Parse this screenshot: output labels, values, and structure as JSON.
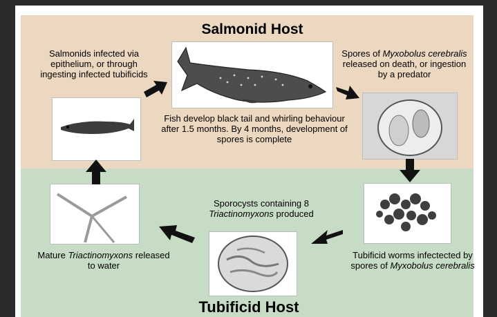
{
  "salmonid_host": {
    "title": "Salmonid Host",
    "infection_text": "Salmonids infected via epithelium, or through ingesting infected tubificids",
    "spores_line1": "Spores of",
    "spores_species": "Myxobolus cerebralis",
    "spores_line2": "released on death, or ingestion by a predator",
    "development_text": "Fish develop black tail and whirling behaviour after 1.5 months. By 4 months, development of spores is complete"
  },
  "tubificid_host": {
    "title": "Tubificid Host",
    "sporocysts_line1": "Sporocysts containing 8",
    "sporocysts_species": "Triactinomyxons",
    "sporocysts_line2": "produced",
    "mature_prefix": "Mature",
    "mature_species": "Triactinomyxons",
    "mature_suffix": "released to water",
    "worms_line1": "Tubificid worms infectected by spores of",
    "worms_species": "Myxobolus cerebralis"
  },
  "colors": {
    "salmonid_panel": "#ecd7c0",
    "tubificid_panel": "#c7dcc5",
    "frame": "#2b2b2b",
    "arrow": "#111111"
  },
  "icons": [
    "adult-fish-photo",
    "juvenile-fish-photo",
    "spore-photo",
    "worm-cluster-photo",
    "cyst-photo",
    "triactinomyxon-photo"
  ]
}
